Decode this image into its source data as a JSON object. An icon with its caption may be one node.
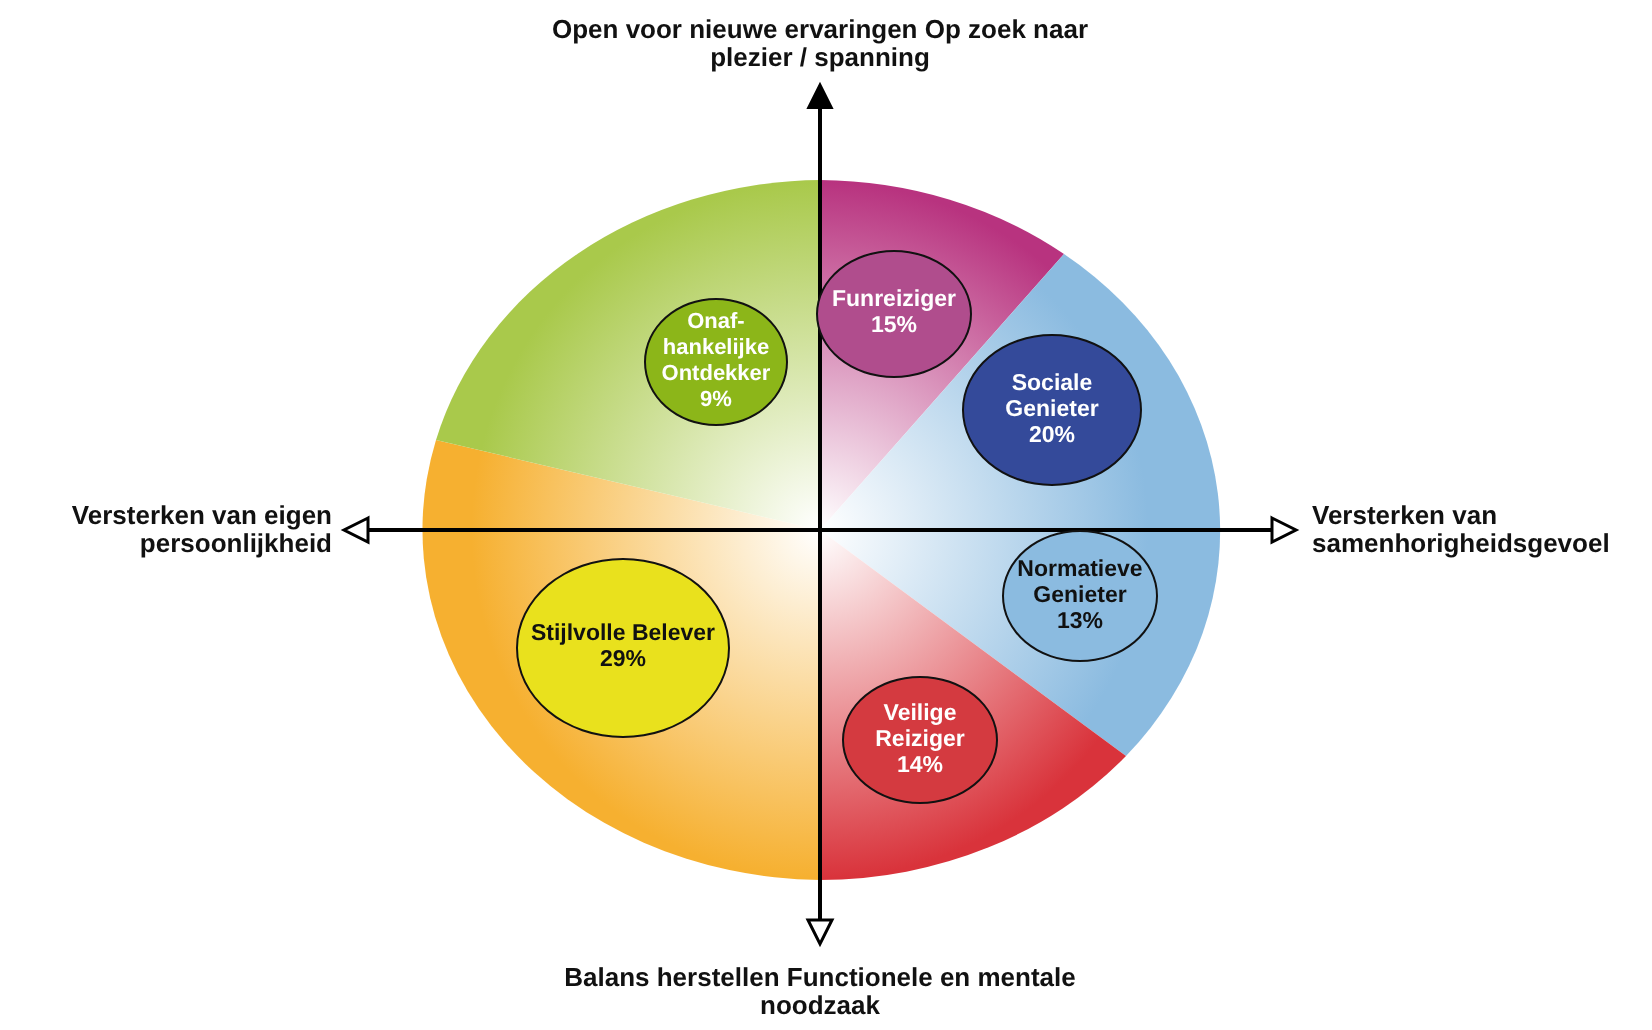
{
  "diagram": {
    "nodes": [
      {
        "text": [
          "Onaf-hankelijke Ontdekker",
          "9%"
        ]
      },
      {
        "text": [
          "Funreiziger",
          "15%"
        ]
      },
      {
        "text": [
          "Sociale Genieter",
          "20%"
        ]
      },
      {
        "text": [
          "Normatieve Genieter",
          "13%"
        ]
      },
      {
        "text": [
          "Veilige Reiziger",
          "14%"
        ]
      },
      {
        "text": [
          "Stijlvolle Belever",
          "29%"
        ]
      }
    ],
    "labels": [
      "Open voor nieuwe ervaringen Op zoek naar plezier / spanning",
      "Versterken van eigen persoonlijkheid",
      "Versterken van samenhorigheidsgevoel",
      "Balans herstellen Functionele en mentale noodzaak"
    ]
  }
}
